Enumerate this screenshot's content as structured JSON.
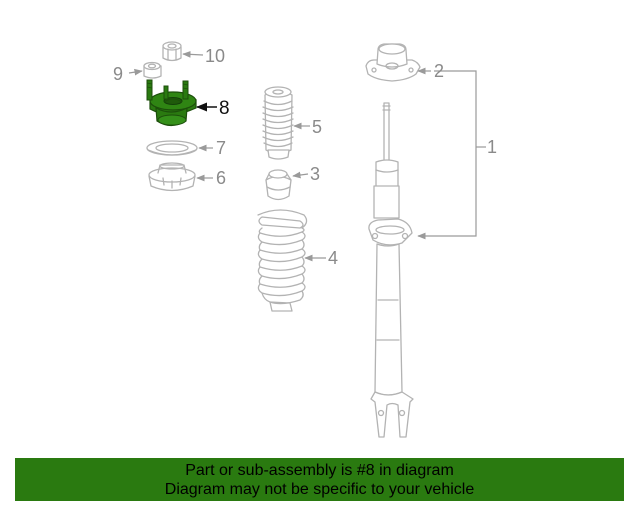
{
  "callouts": {
    "c1": "1",
    "c2": "2",
    "c3": "3",
    "c4": "4",
    "c5": "5",
    "c6": "6",
    "c7": "7",
    "c8": "8",
    "c9": "9",
    "c10": "10"
  },
  "highlight_color": "#2a7a10",
  "banner": {
    "line1": "Part or sub-assembly is #8 in diagram",
    "line2": "Diagram may not be specific to your vehicle"
  }
}
